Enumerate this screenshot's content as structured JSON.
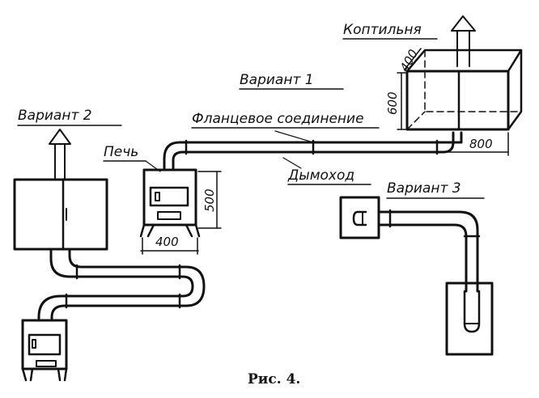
{
  "labels": {
    "smokehouse": "Коптильня",
    "variant1": "Вариант 1",
    "variant2": "Вариант 2",
    "variant3": "Вариант 3",
    "flange": "Фланцевое соединение",
    "stove": "Печь",
    "chimney": "Дымоход"
  },
  "dimensions": {
    "smokehouse_depth": "400",
    "smokehouse_height": "600",
    "smokehouse_width": "800",
    "stove_height": "500",
    "stove_width": "400"
  },
  "caption": "Рис. 4."
}
